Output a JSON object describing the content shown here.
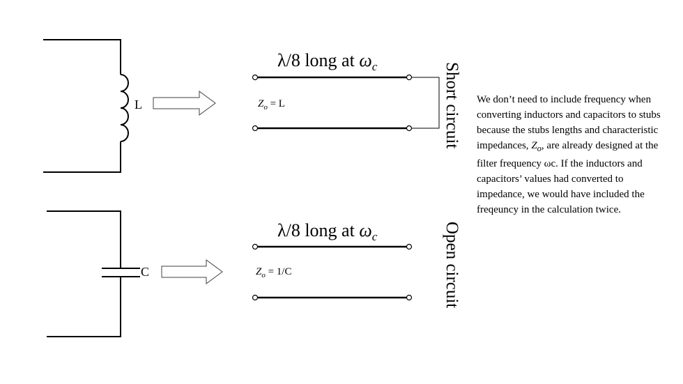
{
  "inductor": {
    "label": "L",
    "stub_title": "λ/8 long at ",
    "stub_title_var": "ω",
    "stub_title_sub": "c",
    "z_var": "Z",
    "z_sub": "o",
    "z_value": " = L",
    "termination": "Short circuit"
  },
  "capacitor": {
    "label": "C",
    "stub_title": "λ/8 long at ",
    "stub_title_var": "ω",
    "stub_title_sub": "c",
    "z_var": "Z",
    "z_sub": "o",
    "z_value": " = 1/C",
    "termination": "Open circuit"
  },
  "note": {
    "text_before": "We don’t need to include frequency when converting inductors and capacitors to stubs  because the stubs lengths and characteristic impedances, ",
    "z_var": "Z",
    "z_sub": "o",
    "text_after": ",  are already designed at the filter frequency ωc. If the inductors and capacitors’ values had converted to impedance, we would have included the freqeuncy in the calculation twice."
  }
}
